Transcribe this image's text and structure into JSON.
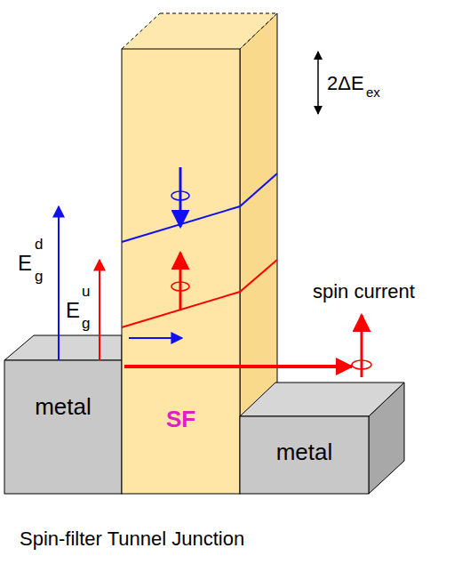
{
  "diagram": {
    "caption": "Spin-filter Tunnel Junction",
    "nodes": [
      {
        "text": [
          "metal"
        ]
      },
      {
        "text": [
          "SF"
        ]
      },
      {
        "text": [
          "metal"
        ]
      }
    ],
    "labels": [
      "2ΔE",
      "ex",
      "E",
      "d",
      "g",
      "E",
      "u",
      "g",
      "spin current"
    ]
  }
}
